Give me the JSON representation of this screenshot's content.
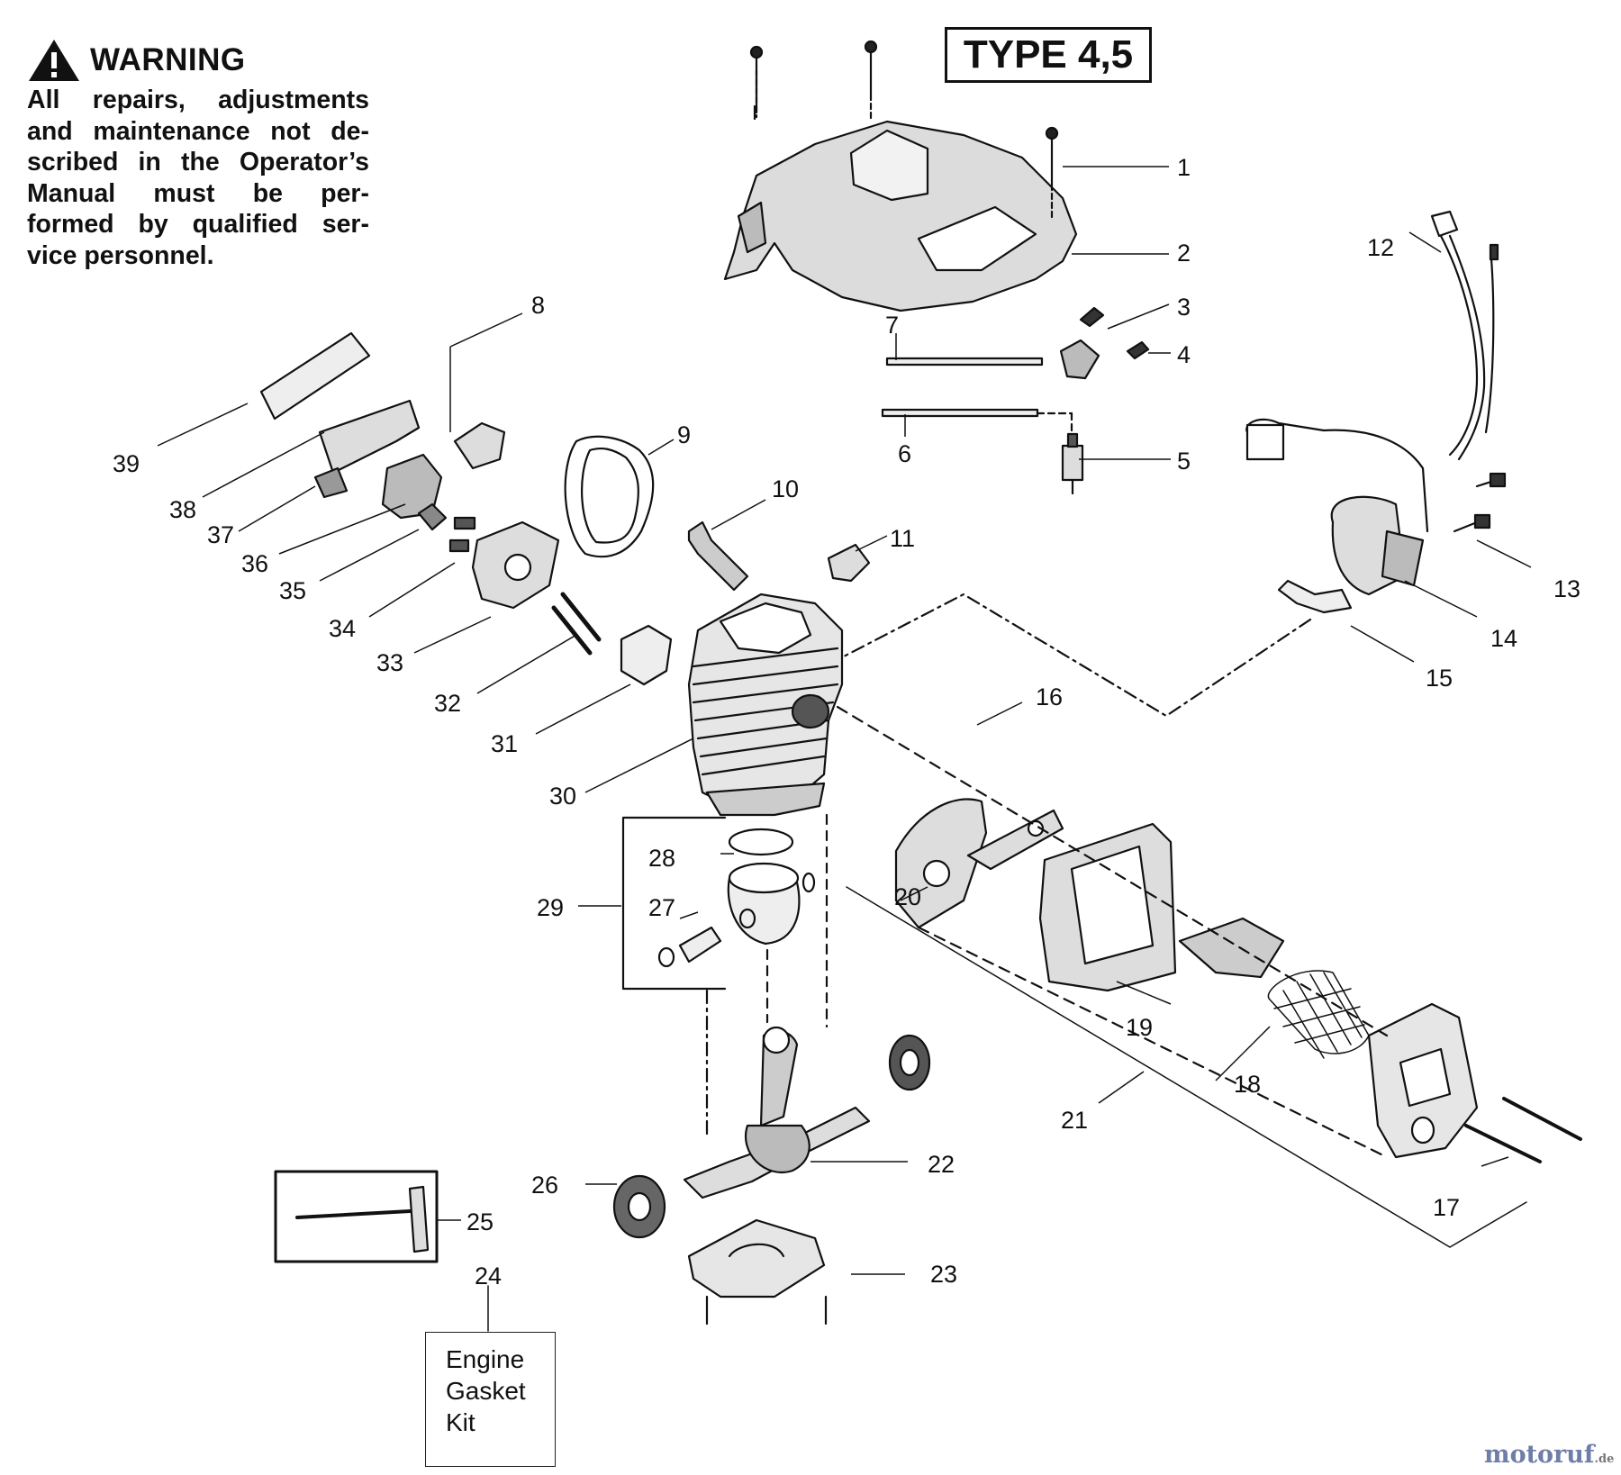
{
  "warning": {
    "title": "WARNING",
    "lines": [
      "All repairs, adjustments",
      "and maintenance not de-",
      "scribed in the Operator’s",
      "Manual must be per-",
      "formed by qualified ser-",
      "vice personnel."
    ]
  },
  "type_label": "TYPE 4,5",
  "kit": {
    "number": "24",
    "lines": [
      "Engine",
      "Gasket",
      "Kit"
    ]
  },
  "callouts": [
    "1",
    "2",
    "3",
    "4",
    "5",
    "6",
    "7",
    "8",
    "9",
    "10",
    "11",
    "12",
    "13",
    "14",
    "15",
    "16",
    "17",
    "18",
    "19",
    "20",
    "21",
    "22",
    "23",
    "25",
    "26",
    "27",
    "28",
    "29",
    "30",
    "31",
    "32",
    "33",
    "34",
    "35",
    "36",
    "37",
    "38",
    "39"
  ],
  "watermark": {
    "main": "motoruf",
    "suffix": ".de"
  }
}
